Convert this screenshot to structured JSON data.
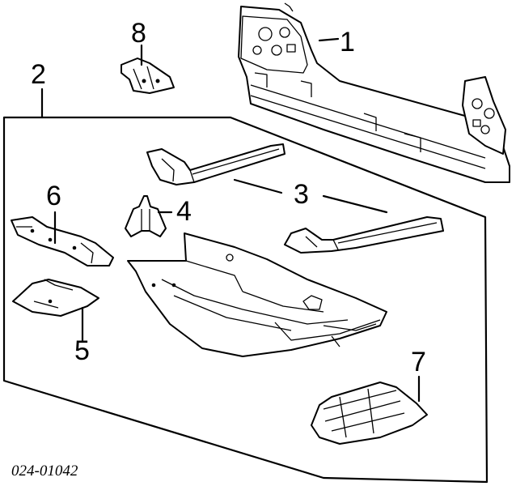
{
  "diagram": {
    "callouts": [
      "1",
      "2",
      "3",
      "4",
      "5",
      "6",
      "7",
      "8"
    ],
    "part_number": "024-01042"
  },
  "colors": {
    "ink": "#000000",
    "paper": "#ffffff"
  }
}
